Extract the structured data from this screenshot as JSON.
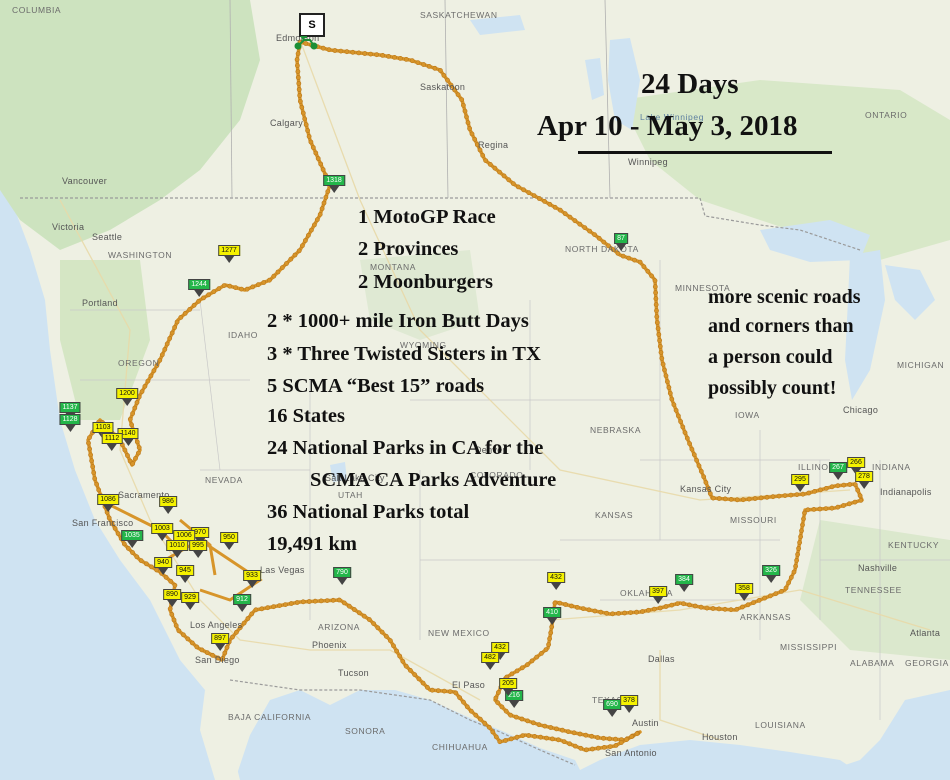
{
  "title": {
    "line1": "24 Days",
    "line2": "Apr 10 - May 3, 2018"
  },
  "stats": [
    "1 MotoGP Race",
    "2 Provinces",
    "2 Moonburgers",
    "2 * 1000+ mile Iron Butt Days",
    "3 * Three Twisted Sisters in TX",
    "5 SCMA “Best 15” roads",
    "16 States",
    "24 National Parks in CA for the",
    "SCMA CA Parks Adventure",
    "36 National Parks total",
    "19,491 km"
  ],
  "note": [
    "more scenic roads",
    "and corners than",
    "a person could",
    "possibly count!"
  ],
  "start_marker": "S",
  "places": [
    "COLUMBIA",
    "SASKATCHEWAN",
    "ONTARIO",
    "Edmonton",
    "Saskatoon",
    "Calgary",
    "Regina",
    "Winnipeg",
    "Vancouver",
    "Victoria",
    "Seattle",
    "WASHINGTON",
    "Portland",
    "OREGON",
    "MONTANA",
    "NORTH DAKOTA",
    "MINNESOTA",
    "IDAHO",
    "WYOMING",
    "NEVADA",
    "UTAH",
    "COLORADO",
    "NEBRASKA",
    "IOWA",
    "KANSAS",
    "MISSOURI",
    "ILLINOIS",
    "INDIANA",
    "MICHIGAN",
    "Chicago",
    "Kansas City",
    "Indianapolis",
    "KENTUCKY",
    "Nashville",
    "TENNESSEE",
    "OKLAHOMA",
    "ARKANSAS",
    "MISSISSIPPI",
    "ALABAMA",
    "GEORGIA",
    "Atlanta",
    "Dallas",
    "TEXAS",
    "Austin",
    "San Antonio",
    "Houston",
    "LOUISIANA",
    "NEW MEXICO",
    "ARIZONA",
    "Phoenix",
    "Tucson",
    "El Paso",
    "Las Vegas",
    "Los Angeles",
    "San Diego",
    "San Francisco",
    "Sacramento",
    "Denver",
    "BAJA CALIFORNIA",
    "SONORA",
    "CHIHUAHUA",
    "Salt Lake City",
    "Lake Winnipeg"
  ],
  "waypoints": [
    "1318",
    "1277",
    "1244",
    "87",
    "1200",
    "1137",
    "1128",
    "1103",
    "1140",
    "1112",
    "1086",
    "1035",
    "986",
    "970",
    "950",
    "1003",
    "1006",
    "1010",
    "995",
    "933",
    "940",
    "945",
    "890",
    "929",
    "912",
    "897",
    "790",
    "432",
    "410",
    "432",
    "482",
    "216",
    "205",
    "690",
    "378",
    "397",
    "384",
    "358",
    "326",
    "295",
    "266",
    "267",
    "278"
  ],
  "colors": {
    "water": "#cfe3f2",
    "land": "#eef0e3",
    "forest": "#cde3bf",
    "route": "#d7952a",
    "route_dot": "#b8761a",
    "marker_green": "#23b64a",
    "marker_yellow": "#f5f200",
    "text": "#111111"
  }
}
